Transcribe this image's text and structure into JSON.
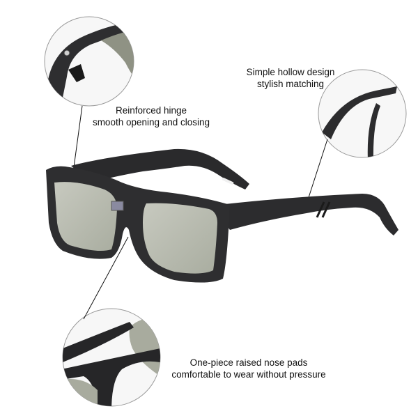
{
  "product": {
    "type": "eyeglasses",
    "frame_color": "#2b2b2d",
    "lens_color": "#b9bcb0",
    "background": "#ffffff"
  },
  "callouts": [
    {
      "id": "hinge",
      "line1": "Reinforced hinge",
      "line2": "smooth opening and closing",
      "detail": "hinge close-up"
    },
    {
      "id": "hollow",
      "line1": "Simple hollow design",
      "line2": "stylish matching",
      "detail": "temple arm close-up"
    },
    {
      "id": "nose",
      "line1": "One-piece raised nose pads",
      "line2": "comfortable to wear without pressure",
      "detail": "nose pad close-up"
    }
  ]
}
